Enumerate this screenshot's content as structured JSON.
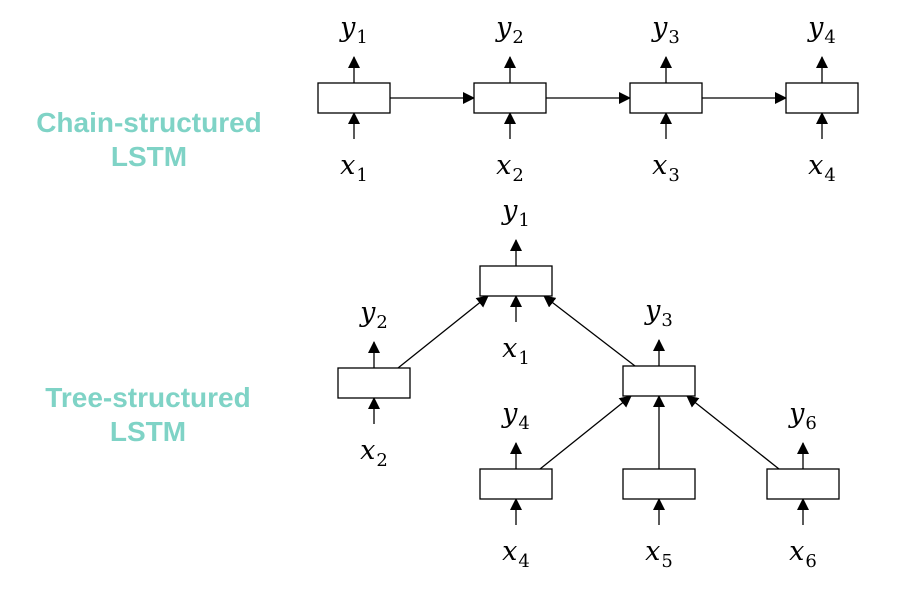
{
  "labels": {
    "chain": "Chain-structured LSTM",
    "chain_line1": "Chain-structured",
    "chain_line2": "LSTM",
    "tree": "Tree-structured LSTM",
    "tree_line1": "Tree-structured",
    "tree_line2": "LSTM"
  },
  "colors": {
    "label": "#7fd3c6",
    "line": "#000000"
  },
  "chain": {
    "nodes": [
      {
        "id": "c1",
        "input": "x",
        "input_sub": "1",
        "output": "y",
        "output_sub": "1"
      },
      {
        "id": "c2",
        "input": "x",
        "input_sub": "2",
        "output": "y",
        "output_sub": "2"
      },
      {
        "id": "c3",
        "input": "x",
        "input_sub": "3",
        "output": "y",
        "output_sub": "3"
      },
      {
        "id": "c4",
        "input": "x",
        "input_sub": "4",
        "output": "y",
        "output_sub": "4"
      }
    ],
    "edges": [
      [
        "c1",
        "c2"
      ],
      [
        "c2",
        "c3"
      ],
      [
        "c3",
        "c4"
      ]
    ]
  },
  "tree": {
    "nodes": [
      {
        "id": "t1",
        "input": "x",
        "input_sub": "1",
        "output": "y",
        "output_sub": "1"
      },
      {
        "id": "t2",
        "input": "x",
        "input_sub": "2",
        "output": "y",
        "output_sub": "2"
      },
      {
        "id": "t3",
        "input": "",
        "input_sub": "",
        "output": "y",
        "output_sub": "3"
      },
      {
        "id": "t4",
        "input": "x",
        "input_sub": "4",
        "output": "y",
        "output_sub": "4"
      },
      {
        "id": "t5",
        "input": "x",
        "input_sub": "5",
        "output": "",
        "output_sub": ""
      },
      {
        "id": "t6",
        "input": "x",
        "input_sub": "6",
        "output": "y",
        "output_sub": "6"
      }
    ],
    "edges": [
      [
        "t2",
        "t1"
      ],
      [
        "t3",
        "t1"
      ],
      [
        "t4",
        "t3"
      ],
      [
        "t5",
        "t3"
      ],
      [
        "t6",
        "t3"
      ]
    ]
  }
}
